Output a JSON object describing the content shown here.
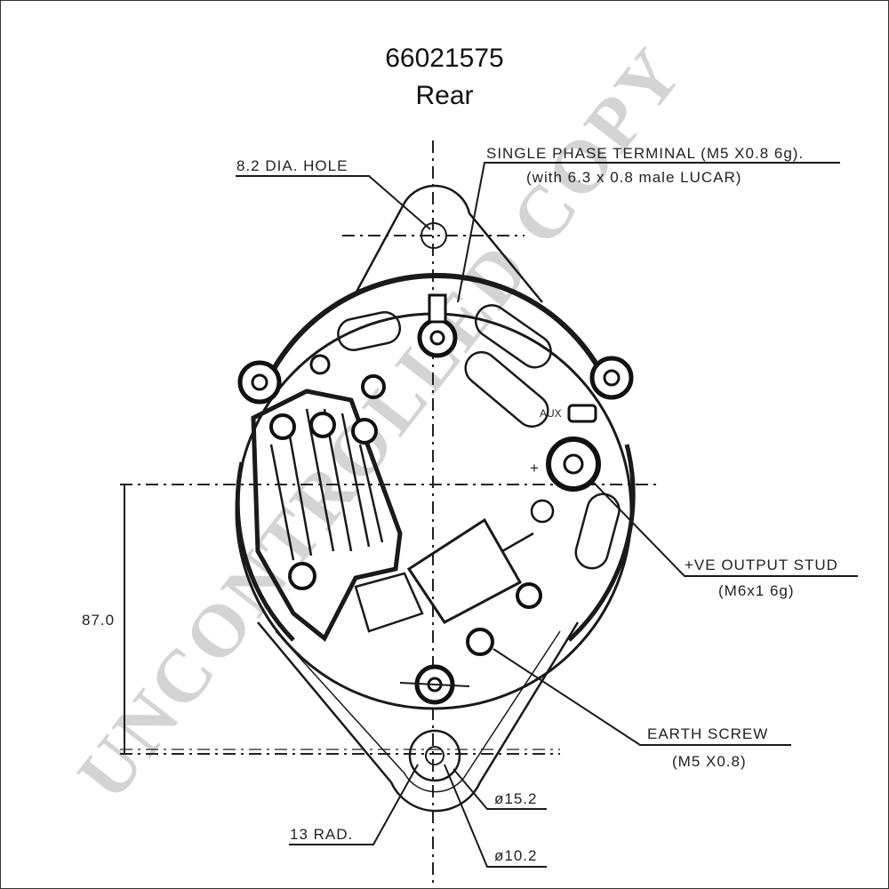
{
  "header": {
    "part_number": "66021575",
    "view": "Rear"
  },
  "labels": {
    "hole": "8.2 DIA. HOLE",
    "terminal_line1": "SINGLE PHASE TERMINAL (M5 X0.8 6g).",
    "terminal_line2": "(with 6.3 x 0.8 male LUCAR)",
    "aux": "AUX",
    "plus": "+",
    "output_stud_line1": "+VE OUTPUT STUD",
    "output_stud_line2": "(M6x1 6g)",
    "dimension_87": "87.0",
    "earth_screw_line1": "EARTH SCREW",
    "earth_screw_line2": "(M5 X0.8)",
    "dia_15": "ø15.2",
    "dia_10": "ø10.2",
    "rad_13": "13 RAD."
  },
  "watermark": "UNCONTROLLED COPY"
}
